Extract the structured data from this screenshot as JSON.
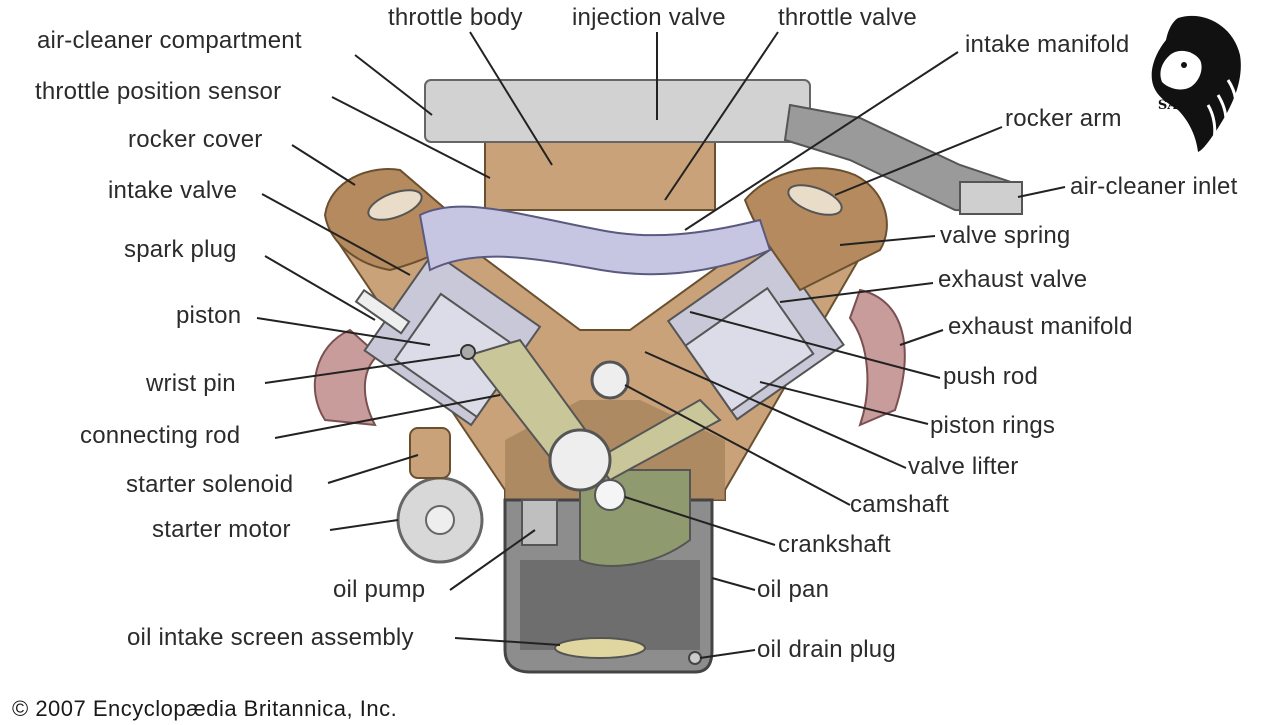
{
  "labels": {
    "throttle_body": "throttle body",
    "injection_valve": "injection valve",
    "throttle_valve": "throttle valve",
    "air_cleaner_compartment": "air-cleaner compartment",
    "intake_manifold": "intake manifold",
    "throttle_position_sensor": "throttle position sensor",
    "rocker_arm": "rocker arm",
    "rocker_cover": "rocker cover",
    "air_cleaner_inlet": "air-cleaner inlet",
    "intake_valve": "intake valve",
    "valve_spring": "valve spring",
    "spark_plug": "spark plug",
    "exhaust_valve": "exhaust valve",
    "piston": "piston",
    "exhaust_manifold": "exhaust manifold",
    "push_rod": "push rod",
    "wrist_pin": "wrist pin",
    "piston_rings": "piston rings",
    "connecting_rod": "connecting rod",
    "valve_lifter": "valve lifter",
    "starter_solenoid": "starter solenoid",
    "camshaft": "camshaft",
    "starter_motor": "starter motor",
    "crankshaft": "crankshaft",
    "oil_pump": "oil pump",
    "oil_pan": "oil pan",
    "oil_intake_screen_assembly": "oil intake screen assembly",
    "oil_drain_plug": "oil drain plug"
  },
  "copyright": "© 2007 Encyclopædia Britannica, Inc.",
  "logo": {
    "text": "SAER"
  },
  "colors": {
    "block": "#c9a27a",
    "block_dark": "#8a6a45",
    "rocker_cover": "#b58a5e",
    "cylinder": "#c8c8d8",
    "air_cleaner": "#d2d2d2",
    "intake_manifold": "#c7c6e2",
    "exhaust_manifold": "#c99c9c",
    "crank_rod": "#c9c79a",
    "oil_pan": "#8d8d8d",
    "counterweight": "#8f9a6f",
    "leader_line": "#222222"
  }
}
